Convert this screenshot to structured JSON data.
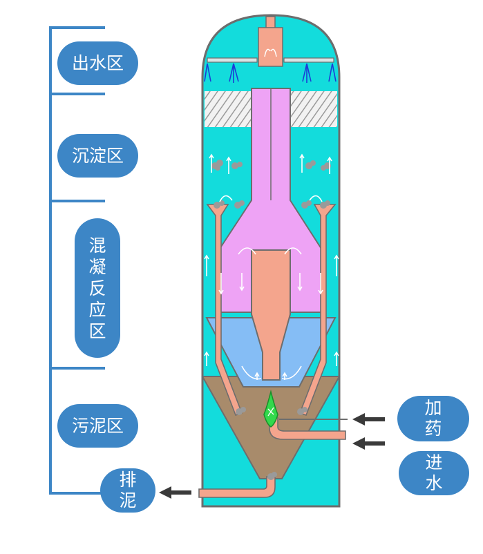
{
  "zones": {
    "outlet": "出水区",
    "settling": "沉淀区",
    "coagulation": "混凝反应区",
    "sludge": "污泥区"
  },
  "ports": {
    "dosing": "加药",
    "inlet": "进水",
    "drain": "排泥"
  },
  "colors": {
    "label_fill": "#3d86c6",
    "vessel_water": "#13dcdc",
    "reaction_cone": "#eea3f5",
    "inner_cone": "#85bdf5",
    "pipe": "#f4a58d",
    "sludge": "#a88b6b",
    "dosing_nozzle": "#33d94c",
    "outline": "#6d6d6d"
  }
}
